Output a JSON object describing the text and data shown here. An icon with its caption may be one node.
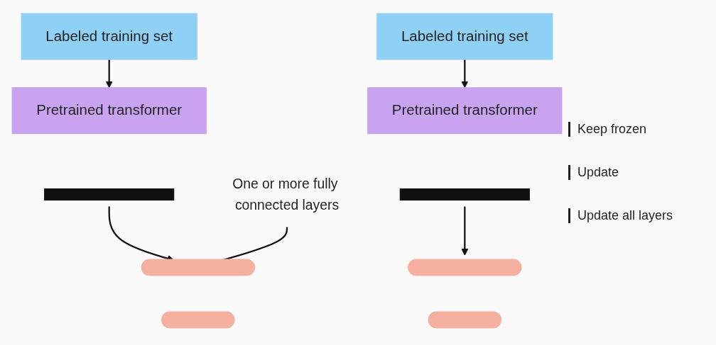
{
  "diagram": {
    "nodes": [
      {
        "text": [
          "Labeled training set"
        ]
      },
      {
        "text": [
          "Pretrained transformer"
        ]
      },
      {
        "text": [],
        "shape": "bar"
      },
      {
        "text": [],
        "shape": "bar"
      },
      {
        "text": [],
        "shape": "bar"
      },
      {
        "text": [
          "One or more fully connected layers"
        ]
      },
      {
        "text": [
          "Labeled training set"
        ]
      },
      {
        "text": [
          "Pretrained transformer"
        ]
      },
      {
        "text": [],
        "shape": "bar"
      },
      {
        "text": [],
        "shape": "bar"
      },
      {
        "text": [],
        "shape": "bar"
      }
    ],
    "edges": [
      {
        "from": 0,
        "to": 1,
        "arrow": "to"
      },
      {
        "from": 2,
        "to": 3,
        "arrow": "to"
      },
      {
        "from": 5,
        "to": 3,
        "arrow": "none"
      },
      {
        "from": 6,
        "to": 7,
        "arrow": "to"
      },
      {
        "from": 8,
        "to": 9,
        "arrow": "to"
      }
    ],
    "labels": [
      "Keep frozen",
      "Update",
      "Update all layers"
    ]
  }
}
